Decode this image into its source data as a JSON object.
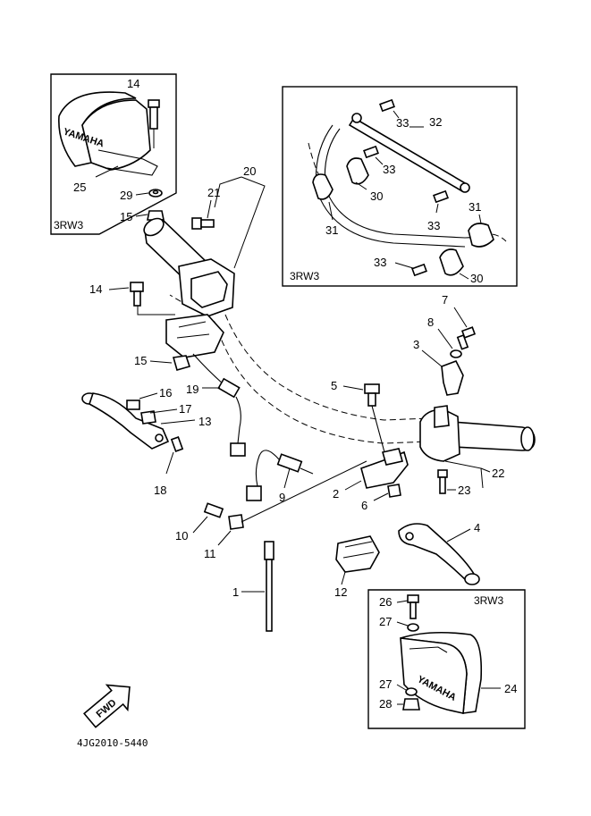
{
  "diagram": {
    "catalog_code": "4JG2010-5440",
    "fwd_label": "FWD",
    "brand_text": "YAMAHA",
    "variant_tag": "3RW3",
    "inset_top_left": {
      "tag": "3RW3",
      "callouts": [
        "14",
        "25",
        "29",
        "15"
      ]
    },
    "inset_top_right": {
      "tag": "3RW3",
      "callouts": [
        "33",
        "32",
        "33",
        "30",
        "33",
        "31",
        "31",
        "33",
        "30"
      ]
    },
    "inset_bottom_right": {
      "tag": "3RW3",
      "callouts": [
        "26",
        "27",
        "27",
        "28",
        "24"
      ]
    },
    "callouts": [
      "20",
      "21",
      "14",
      "15",
      "19",
      "16",
      "17",
      "13",
      "18",
      "9",
      "10",
      "11",
      "1",
      "12",
      "2",
      "6",
      "5",
      "3",
      "8",
      "7",
      "22",
      "23",
      "4"
    ]
  }
}
